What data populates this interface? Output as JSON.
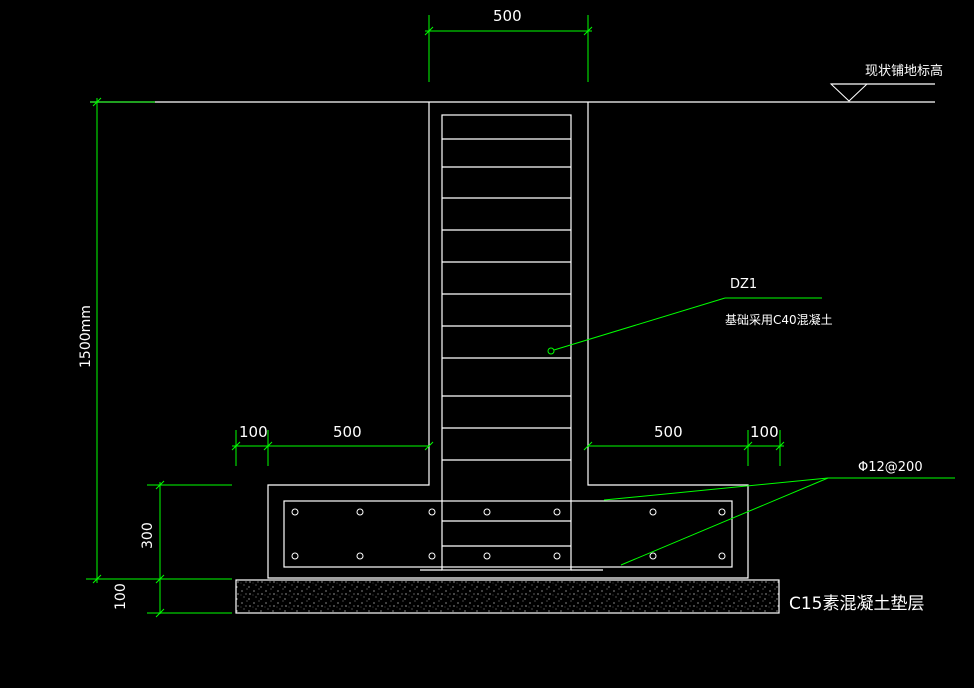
{
  "colors": {
    "background": "#000000",
    "line": "#ffffff",
    "dimension": "#00ff00"
  },
  "labels": {
    "column_width": "500",
    "ground_elevation": "现状铺地标高",
    "height_total": "1500mm",
    "column_id": "DZ1",
    "concrete_note": "基础采用C40混凝土",
    "left_cover": "100",
    "left_offset": "500",
    "right_offset": "500",
    "right_cover": "100",
    "rebar": "Φ12@200",
    "footing_thickness": "300",
    "cushion_thickness": "100",
    "cushion_note": "C15素混凝土垫层"
  }
}
